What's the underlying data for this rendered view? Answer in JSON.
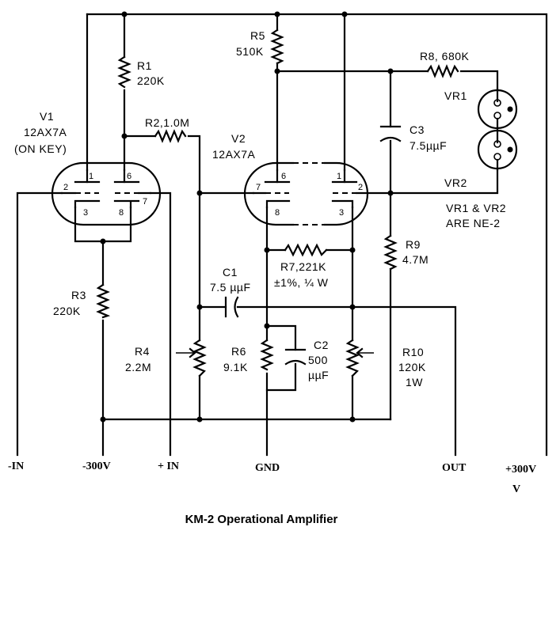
{
  "title": "KM-2 Operational Amplifier",
  "tubes": {
    "v1": {
      "ref": "V1",
      "type": "12AX7A",
      "note": "(ON KEY)",
      "pins": [
        "1",
        "6",
        "2",
        "7",
        "3",
        "8"
      ]
    },
    "v2": {
      "ref": "V2",
      "type": "12AX7A",
      "pins": [
        "6",
        "1",
        "7",
        "2",
        "8",
        "3"
      ]
    }
  },
  "components": {
    "r1": {
      "ref": "R1",
      "value": "220K"
    },
    "r2": {
      "label": "R2,1.0M"
    },
    "r3": {
      "ref": "R3",
      "value": "220K"
    },
    "r4": {
      "ref": "R4",
      "value": "2.2M"
    },
    "r5": {
      "ref": "R5",
      "value": "510K"
    },
    "r6": {
      "ref": "R6",
      "value": "9.1K"
    },
    "r7": {
      "label": "R7,221K",
      "spec": "±1%, ¼ W"
    },
    "r8": {
      "label": "R8, 680K"
    },
    "r9": {
      "ref": "R9",
      "value": "4.7M"
    },
    "r10": {
      "ref": "R10",
      "value": "120K",
      "rating": "1W"
    },
    "c1": {
      "ref": "C1",
      "value": "7.5 µµF"
    },
    "c2": {
      "ref": "C2",
      "value1": "500",
      "value2": "µµF"
    },
    "c3": {
      "ref": "C3",
      "value": "7.5µµF"
    },
    "vr1": {
      "ref": "VR1"
    },
    "vr2": {
      "ref": "VR2"
    },
    "vr_note": {
      "line1": "VR1 & VR2",
      "line2": "ARE NE-2"
    }
  },
  "terminals": {
    "minus_in": "-IN",
    "minus_300v": "-300V",
    "plus_in": "+ IN",
    "gnd": "GND",
    "out": "OUT",
    "plus_300v": "+300V",
    "plus_300v_unit": "V"
  }
}
